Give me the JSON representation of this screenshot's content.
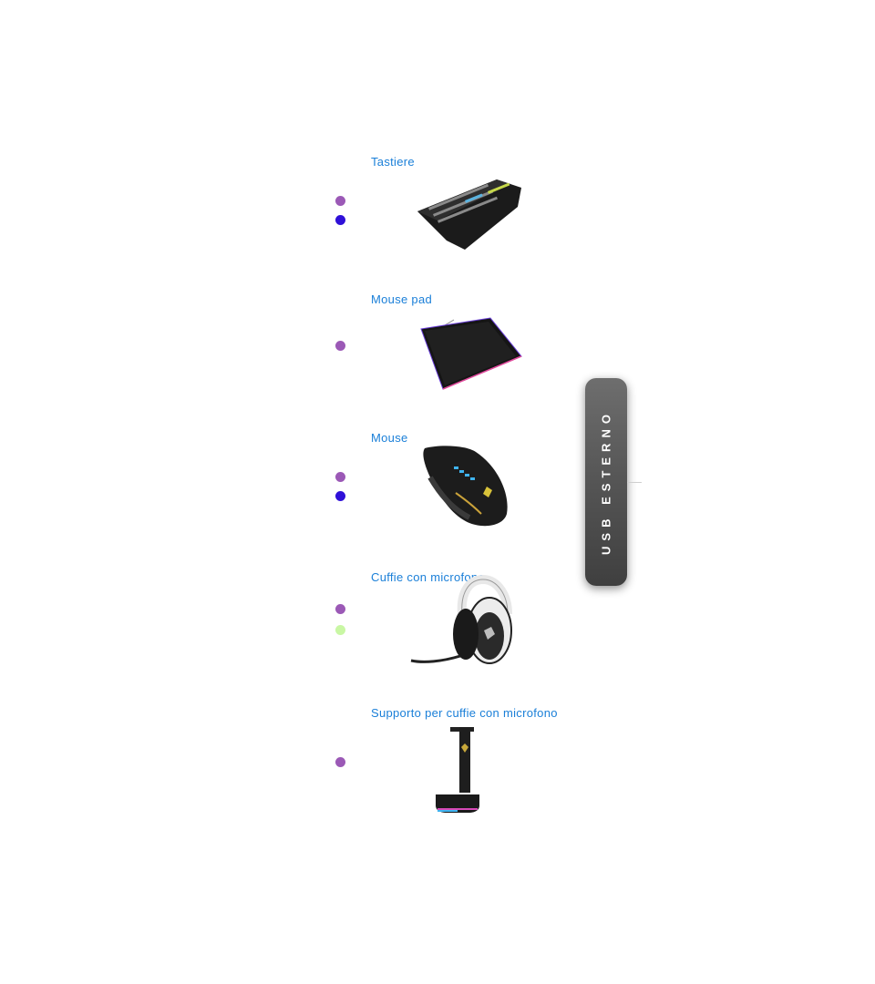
{
  "sections": [
    {
      "label": "Tastiere",
      "dots": [
        "purple",
        "blue"
      ]
    },
    {
      "label": "Mouse pad",
      "dots": [
        "purple"
      ]
    },
    {
      "label": "Mouse",
      "dots": [
        "purple",
        "blue"
      ]
    },
    {
      "label": "Cuffie con microfono",
      "dots": [
        "purple",
        "green"
      ]
    },
    {
      "label": "Supporto per cuffie con microfono",
      "dots": [
        "purple"
      ]
    }
  ],
  "usb_tab": {
    "label": "USB ESTERNO"
  },
  "colors": {
    "link": "#1a7fd8",
    "dot_purple": "#9b59b6",
    "dot_blue": "#2f10d8",
    "dot_green": "#c9f7a4",
    "tab": "#555555"
  }
}
